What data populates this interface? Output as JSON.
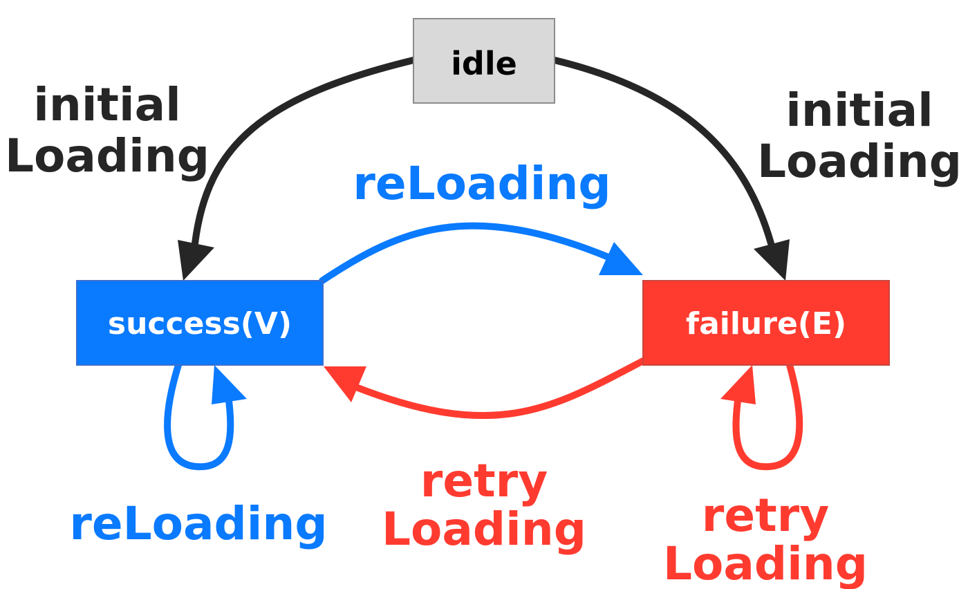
{
  "colors": {
    "black": "#262626",
    "blue": "#0a7aff",
    "red": "#ff3b30",
    "idle_fill": "#d9d9d9",
    "idle_stroke": "#8c8c8c",
    "white": "#ffffff"
  },
  "states": {
    "idle": "idle",
    "success": "success(V)",
    "failure": "failure(E)"
  },
  "edges": {
    "idle_to_success": {
      "line1": "initial",
      "line2": "Loading"
    },
    "idle_to_failure": {
      "line1": "initial",
      "line2": "Loading"
    },
    "success_to_failure": {
      "line1": "reLoading"
    },
    "failure_to_success": {
      "line1": "retry",
      "line2": "Loading"
    },
    "success_self": {
      "line1": "reLoading"
    },
    "failure_self": {
      "line1": "retry",
      "line2": "Loading"
    }
  }
}
